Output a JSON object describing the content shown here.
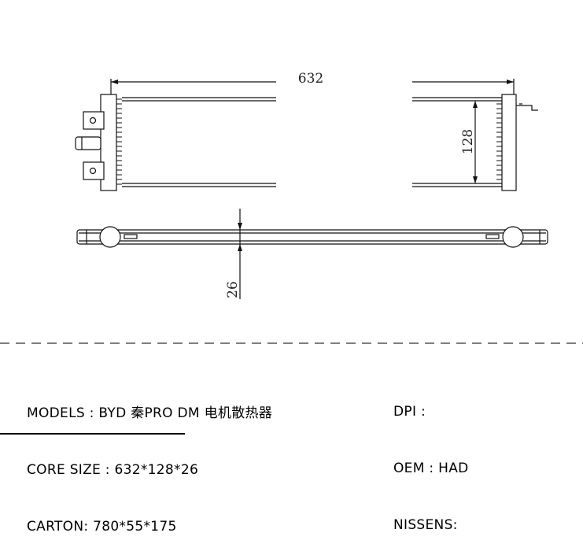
{
  "drawing": {
    "dimensions": {
      "length": "632",
      "height": "128",
      "thickness": "26"
    }
  },
  "specs": {
    "models": "MODELS : BYD 秦PRO DM 电机散热器",
    "core_size": "CORE SIZE : 632*128*26",
    "carton": "CARTON: 780*55*175",
    "dpi": "DPI :",
    "oem": "OEM : HAD",
    "nissens": "NISSENS:"
  },
  "colors": {
    "line": "#111111",
    "separator": "#555555",
    "background": "#ffffff"
  }
}
